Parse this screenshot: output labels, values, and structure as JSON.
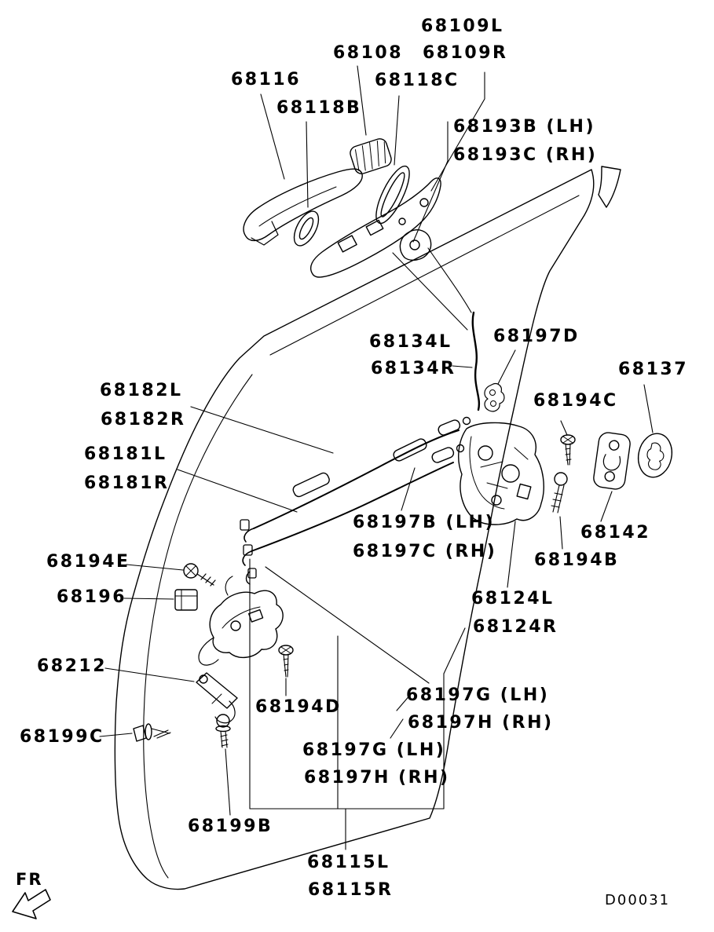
{
  "colors": {
    "background": "#ffffff",
    "line": "#000000",
    "text": "#000000"
  },
  "footer": {
    "diagram_code": "D00031"
  },
  "orientation": {
    "front_label": "FR"
  },
  "labels": {
    "p68109L": "68109L",
    "p68109R": "68109R",
    "p68108": "68108",
    "p68116": "68116",
    "p68118C": "68118C",
    "p68118B": "68118B",
    "p68193B": "68193B (LH)",
    "p68193C": "68193C (RH)",
    "p68134L": "68134L",
    "p68134R": "68134R",
    "p68197D": "68197D",
    "p68137": "68137",
    "p68182L": "68182L",
    "p68182R": "68182R",
    "p68194C": "68194C",
    "p68181L": "68181L",
    "p68181R": "68181R",
    "p68197B": "68197B (LH)",
    "p68197C": "68197C (RH)",
    "p68142": "68142",
    "p68194E": "68194E",
    "p68194B": "68194B",
    "p68196": "68196",
    "p68124L": "68124L",
    "p68124R": "68124R",
    "p68212": "68212",
    "p68194D": "68194D",
    "p68197G_r": "68197G (LH)",
    "p68197H_r": "68197H (RH)",
    "p68199C": "68199C",
    "p68197G_c": "68197G (LH)",
    "p68197H_c": "68197H (RH)",
    "p68199B": "68199B",
    "p68115L": "68115L",
    "p68115R": "68115R"
  }
}
